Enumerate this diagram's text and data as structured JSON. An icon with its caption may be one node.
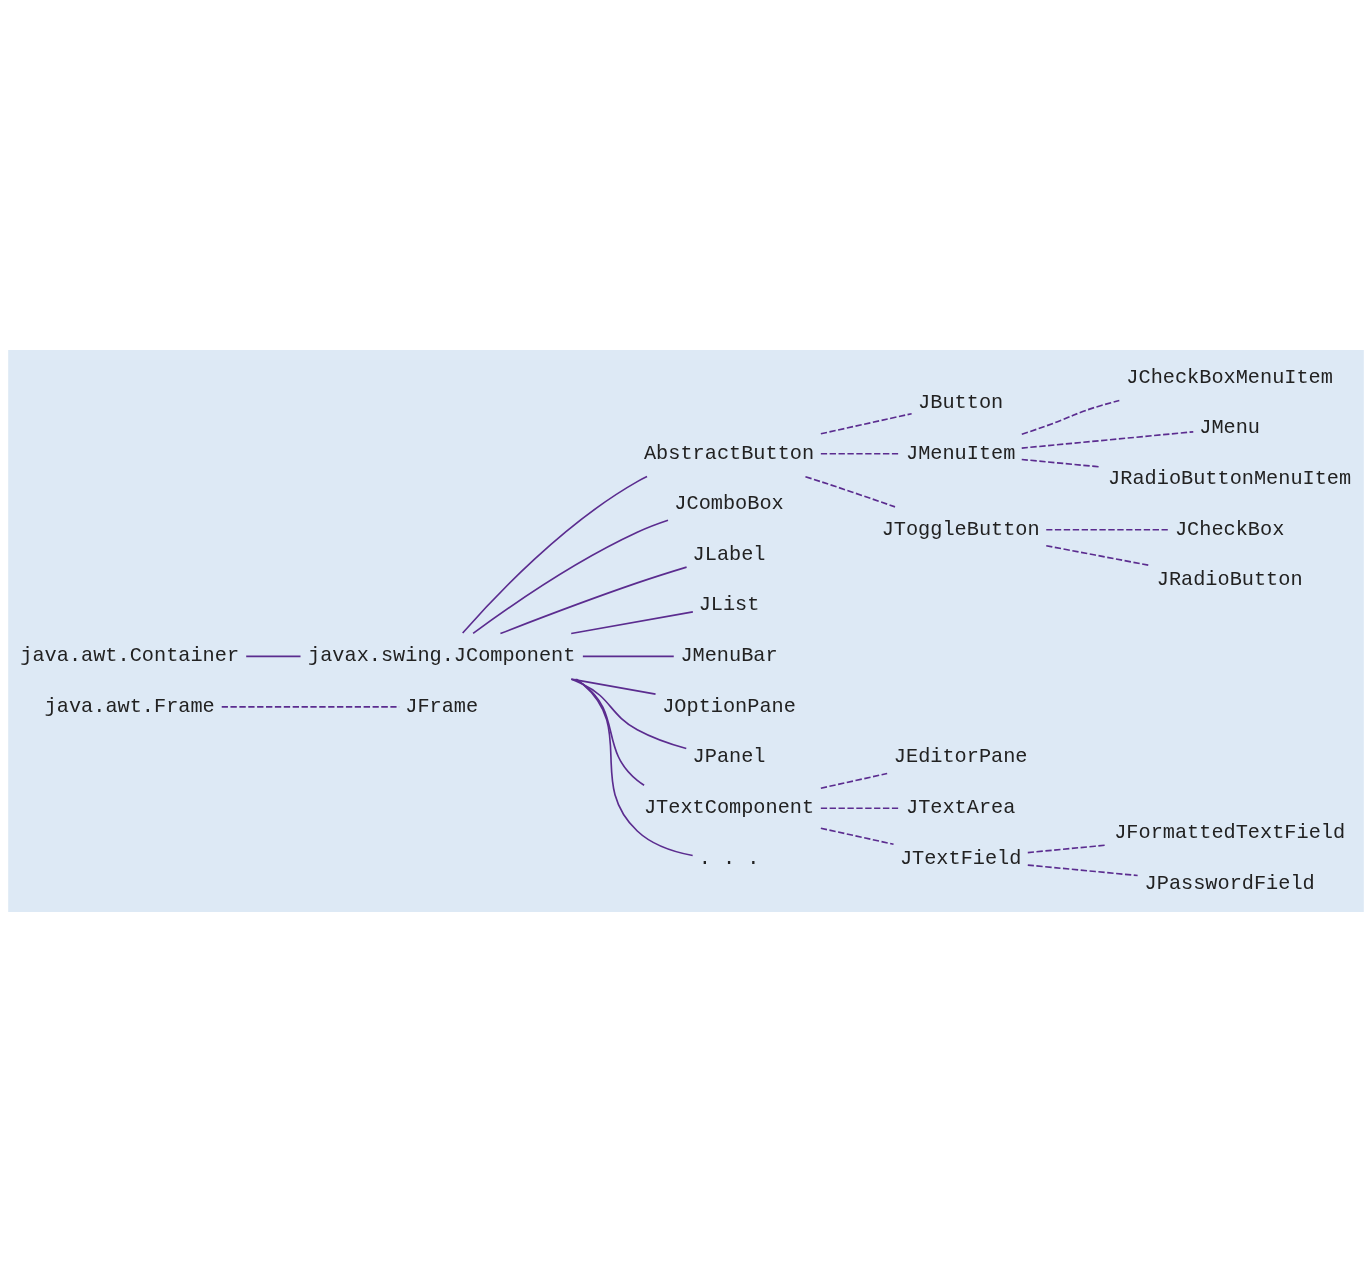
{
  "diagram": {
    "nodes": [
      {
        "text": [
          "java.awt.Frame"
        ]
      },
      {
        "text": [
          "JFrame"
        ]
      },
      {
        "text": [
          "JCheckBoxMenuItem"
        ]
      },
      {
        "text": [
          "JMenu"
        ]
      },
      {
        "text": [
          "JRadioButtonMenuItem"
        ]
      },
      {
        "text": [
          "java.awt.Container"
        ]
      },
      {
        "text": [
          "JButton"
        ]
      },
      {
        "text": [
          "JMenuItem"
        ]
      },
      {
        "text": [
          "JToggleButton"
        ]
      },
      {
        "text": [
          "javax.swing.JComponent"
        ]
      },
      {
        "text": [
          "JCheckBox"
        ]
      },
      {
        "text": [
          "JRadioButton"
        ]
      },
      {
        "text": [
          "AbstractButton"
        ]
      },
      {
        "text": [
          "JComboBox"
        ]
      },
      {
        "text": [
          "JLabel"
        ]
      },
      {
        "text": [
          "JList"
        ]
      },
      {
        "text": [
          "JMenuBar"
        ]
      },
      {
        "text": [
          "JOptionPane"
        ]
      },
      {
        "text": [
          "JPanel"
        ]
      },
      {
        "text": [
          "JTextComponent"
        ]
      },
      {
        "text": [
          "JEditorPane"
        ]
      },
      {
        "text": [
          "JTextArea"
        ]
      },
      {
        "text": [
          "JTextField"
        ]
      },
      {
        "text": [
          ". . ."
        ]
      },
      {
        "text": [
          "JFormattedTextField"
        ]
      },
      {
        "text": [
          "JPasswordField"
        ]
      }
    ],
    "edges": [
      {
        "from": 0,
        "to": 1,
        "arrow": "none",
        "style": "dashed"
      },
      {
        "from": 5,
        "to": 9,
        "arrow": "none"
      },
      {
        "from": 9,
        "to": 12,
        "arrow": "none"
      },
      {
        "from": 9,
        "to": 13,
        "arrow": "none"
      },
      {
        "from": 9,
        "to": 14,
        "arrow": "none"
      },
      {
        "from": 9,
        "to": 15,
        "arrow": "none"
      },
      {
        "from": 9,
        "to": 16,
        "arrow": "none"
      },
      {
        "from": 9,
        "to": 17,
        "arrow": "none"
      },
      {
        "from": 9,
        "to": 18,
        "arrow": "none"
      },
      {
        "from": 9,
        "to": 19,
        "arrow": "none"
      },
      {
        "from": 9,
        "to": 23,
        "arrow": "none"
      },
      {
        "from": 12,
        "to": 6,
        "arrow": "none",
        "style": "dashed"
      },
      {
        "from": 12,
        "to": 7,
        "arrow": "none",
        "style": "dashed"
      },
      {
        "from": 12,
        "to": 8,
        "arrow": "none",
        "style": "dashed"
      },
      {
        "from": 7,
        "to": 2,
        "arrow": "none",
        "style": "dashed"
      },
      {
        "from": 7,
        "to": 3,
        "arrow": "none",
        "style": "dashed"
      },
      {
        "from": 7,
        "to": 4,
        "arrow": "none",
        "style": "dashed"
      },
      {
        "from": 8,
        "to": 10,
        "arrow": "none",
        "style": "dashed"
      },
      {
        "from": 8,
        "to": 11,
        "arrow": "none",
        "style": "dashed"
      },
      {
        "from": 19,
        "to": 20,
        "arrow": "none",
        "style": "dashed"
      },
      {
        "from": 19,
        "to": 21,
        "arrow": "none",
        "style": "dashed"
      },
      {
        "from": 19,
        "to": 22,
        "arrow": "none",
        "style": "dashed"
      },
      {
        "from": 22,
        "to": 24,
        "arrow": "none",
        "style": "dashed"
      },
      {
        "from": 22,
        "to": 25,
        "arrow": "none",
        "style": "dashed"
      }
    ]
  }
}
